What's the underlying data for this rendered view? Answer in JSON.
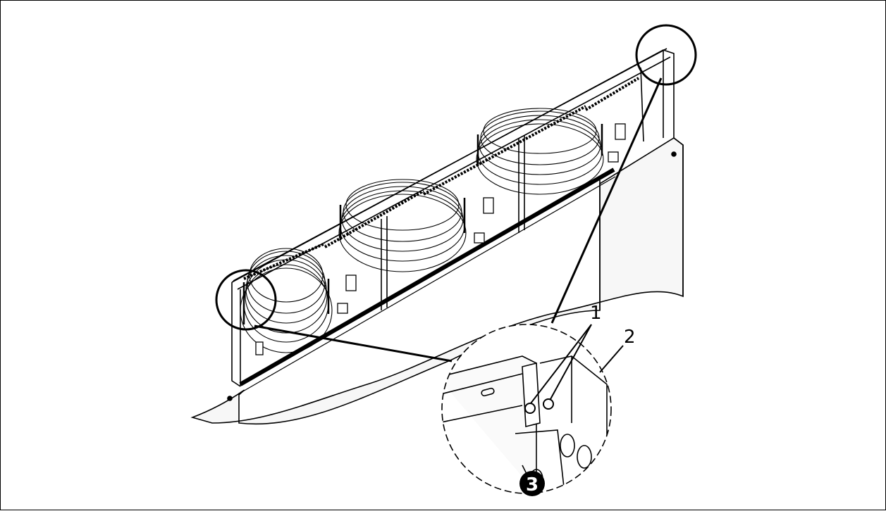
{
  "figure": {
    "callouts": [
      {
        "id": "c1",
        "label": "1"
      },
      {
        "id": "c2",
        "label": "2"
      },
      {
        "id": "c3",
        "label": "3"
      }
    ],
    "colors": {
      "line": "#000000",
      "background": "#ffffff",
      "panel": "#f4f4f4"
    }
  }
}
